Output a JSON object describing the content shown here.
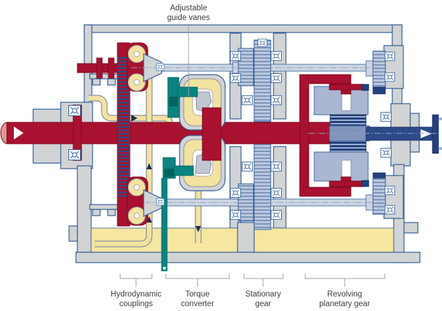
{
  "labels": {
    "guide_vanes": {
      "line1": "Adjustable",
      "line2": "guide vanes"
    },
    "components": [
      {
        "id": "hydrodynamic-couplings",
        "line1": "Hydrodynamic",
        "line2": "couplings"
      },
      {
        "id": "torque-converter",
        "line1": "Torque",
        "line2": "converter"
      },
      {
        "id": "stationary-gear",
        "line1": "Stationary",
        "line2": "gear"
      },
      {
        "id": "revolving-planetary-gear",
        "line1": "Revolving",
        "line2": "planetary gear"
      }
    ]
  },
  "colors": {
    "crimson": "#a8112f",
    "crimson-dark": "#7c0a22",
    "casing": "#d2d3d4",
    "outline": "#2f5f96",
    "oil-yellow": "#f5e6a0",
    "torus-yellow": "#f3e2a0",
    "teal": "#0a8480",
    "teal-dark": "#00635f",
    "navy": "#24407e",
    "steel-light": "#cdd5e2",
    "output-blue": "#2c4a87",
    "label-gray": "#3d3d3d",
    "line-gray": "#9aa0a6"
  }
}
